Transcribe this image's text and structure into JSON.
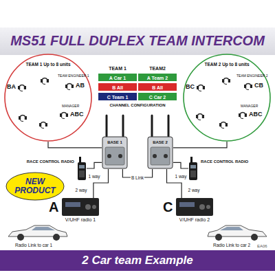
{
  "diagram": {
    "title": "MS51 FULL DUPLEX TEAM INTERCOM",
    "caption": "2 Car team Example",
    "nodes": [
      {
        "text": [
          "TEAM 1 Up to 8 units"
        ]
      },
      {
        "text": [
          "BA"
        ],
        "in": 0
      },
      {
        "text": [
          "AB"
        ],
        "in": 0
      },
      {
        "text": [
          "ABC"
        ],
        "in": 0
      },
      {
        "text": [
          "TEAM 2 Up to 8 units"
        ]
      },
      {
        "text": [
          "BC"
        ],
        "in": 4
      },
      {
        "text": [
          "CB"
        ],
        "in": 4
      },
      {
        "text": [
          "ABC"
        ],
        "in": 4
      },
      {
        "text": [
          "BASE 1"
        ]
      },
      {
        "text": [
          "BASE 2"
        ]
      },
      {
        "text": [
          "RACE CONTROL RADIO"
        ]
      },
      {
        "text": [
          "RACE CONTROL RADIO"
        ]
      },
      {
        "text": [
          "NEW PRODUCT"
        ]
      },
      {
        "text": [
          "A",
          "V/UHF radio 1"
        ]
      },
      {
        "text": [
          "C",
          "V/UHF radio 2"
        ]
      }
    ],
    "edges": [
      {
        "from": 0,
        "to": 8,
        "arrow": "none"
      },
      {
        "from": 4,
        "to": 9,
        "arrow": "none"
      },
      {
        "from": 10,
        "to": 8,
        "label": "1 way",
        "arrow": "none"
      },
      {
        "from": 13,
        "to": 8,
        "label": "2 way",
        "arrow": "none"
      },
      {
        "from": 8,
        "to": 9,
        "label": "B Link",
        "arrow": "none"
      },
      {
        "from": 14,
        "to": 9,
        "label": "2 way",
        "arrow": "none"
      },
      {
        "from": 11,
        "to": 9,
        "label": "1 way",
        "arrow": "none"
      }
    ],
    "labels": [
      "TEAM ENGINEER 1",
      "MANAGER",
      "TEAM ENGINEER 2",
      "MANAGER",
      "TEAM 1",
      "TEAM2",
      "A Car 1",
      "A Team 2",
      "B All",
      "B All",
      "C Team 1",
      "C Car 2",
      "CHANNEL CONFIGURATION",
      "Radio Link to car 1",
      "Radio Link to car 2",
      "EA06"
    ]
  }
}
